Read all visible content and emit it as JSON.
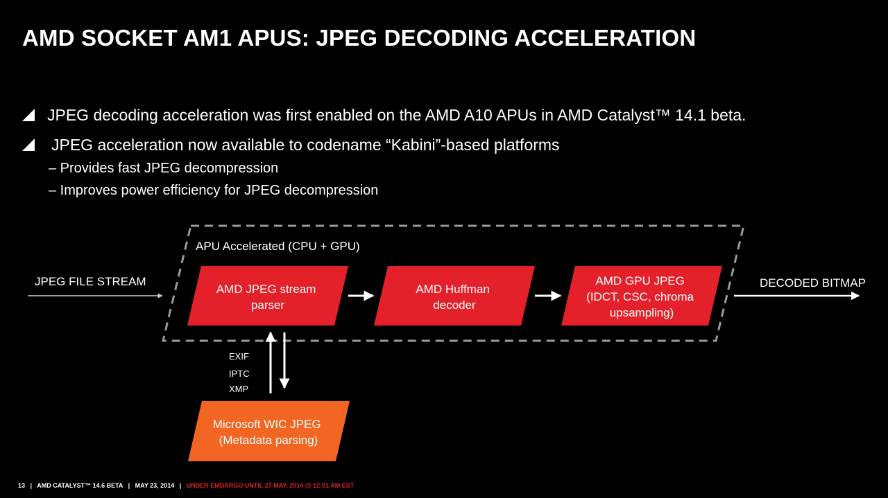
{
  "slide": {
    "title": "AMD SOCKET AM1 APUS: JPEG DECODING ACCELERATION"
  },
  "bullets": [
    {
      "text": "JPEG decoding acceleration was first enabled on the AMD A10 APUs in AMD Catalyst™ 14.1 beta."
    },
    {
      "text": "JPEG acceleration now available to codename “Kabini”-based platforms"
    }
  ],
  "sub_bullets": [
    {
      "text": "– Provides fast JPEG decompression"
    },
    {
      "text": "– Improves power efficiency for JPEG decompression"
    }
  ],
  "diagram": {
    "group_label": "APU Accelerated (CPU + GPU)",
    "input_label": "JPEG FILE STREAM",
    "output_label": "DECODED BITMAP",
    "boxes": [
      {
        "lines": [
          "AMD JPEG stream",
          "parser"
        ],
        "color": "#e4202a"
      },
      {
        "lines": [
          "AMD Huffman",
          "decoder"
        ],
        "color": "#e4202a"
      },
      {
        "lines": [
          "AMD GPU JPEG",
          "(IDCT, CSC, chroma",
          "upsampling)"
        ],
        "color": "#e4202a"
      }
    ],
    "metadata_box": {
      "lines": [
        "Microsoft WIC JPEG",
        "(Metadata parsing)"
      ],
      "color": "#f26522"
    },
    "metadata_labels": [
      "EXIF",
      "IPTC",
      "XMP"
    ]
  },
  "footer": {
    "page_number": "13",
    "product": "AMD CATALYST™ 14.6 BETA",
    "date": "MAY 23, 2014",
    "embargo": "UNDER EMBARGO UNTIL 27 MAY, 2014 @ 12:01 AM EST",
    "separator": "|"
  },
  "colors": {
    "background": "#000000",
    "amd_red": "#e4202a",
    "orange": "#f26522",
    "dashed_border": "#9a9a9a"
  }
}
